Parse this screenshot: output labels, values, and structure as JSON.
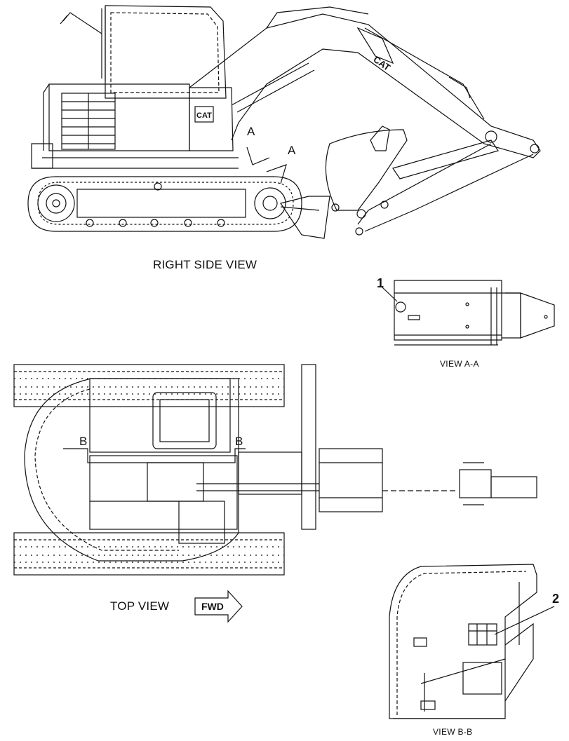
{
  "labels": {
    "right_side_view": "RIGHT SIDE VIEW",
    "top_view": "TOP VIEW",
    "fwd": "FWD",
    "view_aa": "VIEW  A-A",
    "view_bb": "VIEW  B-B",
    "section_a_left": "A",
    "section_a_right": "A",
    "section_b_left": "B",
    "section_b_right": "B",
    "callout_1": "1",
    "callout_2": "2"
  },
  "logos": {
    "cab_logo": "CAT",
    "boom_logo": "CAT"
  }
}
